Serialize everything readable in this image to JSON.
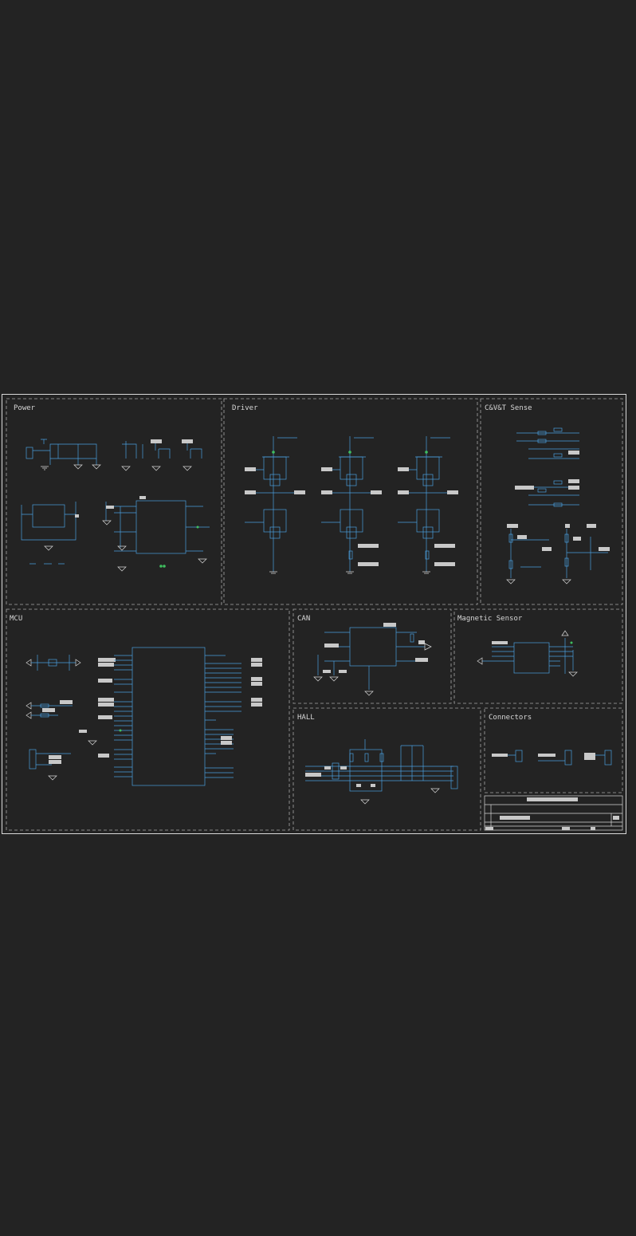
{
  "sections": {
    "power": "Power",
    "driver": "Driver",
    "sense": "C&V&T Sense",
    "mcu": "MCU",
    "can": "CAN",
    "magnetic": "Magnetic Sensor",
    "hall": "HALL",
    "connectors": "Connectors"
  },
  "colors": {
    "background": "#232323",
    "border": "#d8d8d8",
    "frame": "#a8a8a8",
    "wire": "#4a9ede",
    "label_block": "#c8c8c8",
    "junction": "#3fbf5f"
  }
}
